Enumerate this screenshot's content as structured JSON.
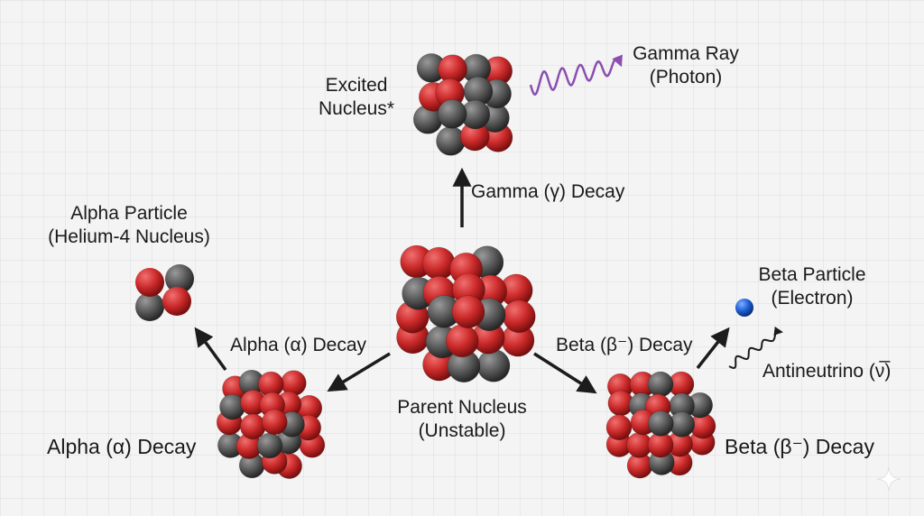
{
  "labels": {
    "excited_nucleus": [
      "Excited",
      "Nucleus*"
    ],
    "gamma_ray": [
      "Gamma Ray",
      "(Photon)"
    ],
    "gamma_decay": "Gamma (γ) Decay",
    "alpha_particle": [
      "Alpha Particle",
      "(Helium-4 Nucleus)"
    ],
    "alpha_decay_arrow": "Alpha (α) Decay",
    "parent_nucleus": [
      "Parent Nucleus",
      "(Unstable)"
    ],
    "beta_decay_arrow": "Beta (β⁻) Decay",
    "beta_particle": [
      "Beta Particle",
      "(Electron)"
    ],
    "antineutrino": "Antineutrino (ν̅)",
    "alpha_decay_result": "Alpha (α) Decay",
    "beta_decay_result": "Beta (β⁻) Decay"
  },
  "colors": {
    "proton": "#cc2a2a",
    "neutron": "#5a5a5a",
    "electron": "#1f5fd6",
    "photon_wave": "#8a4fb0",
    "arrow": "#1c1c1c",
    "text": "#1a1a1a"
  }
}
